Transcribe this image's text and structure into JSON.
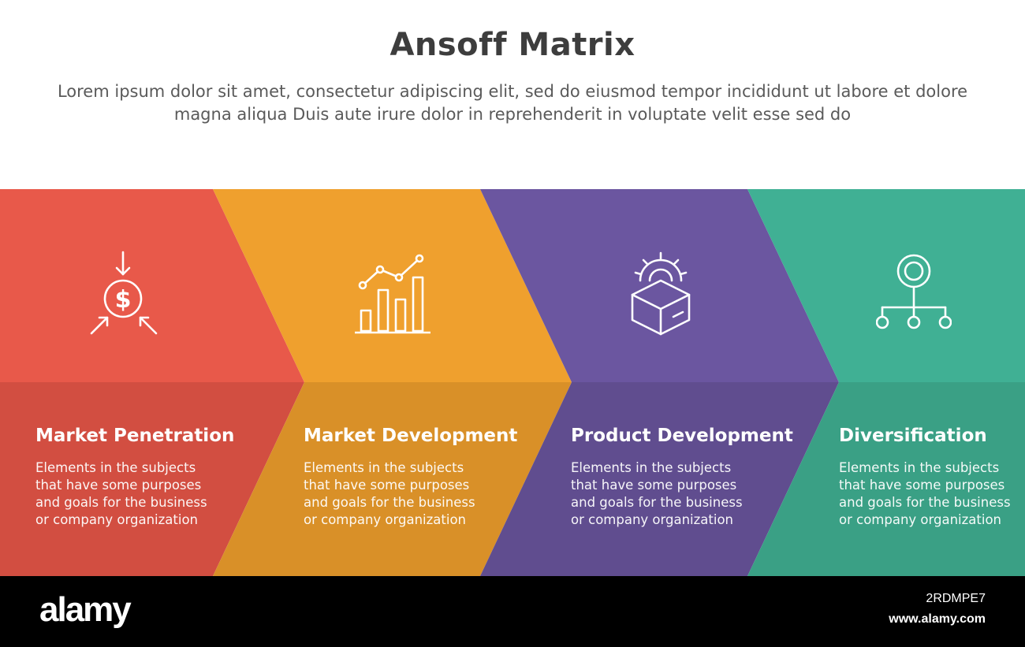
{
  "header": {
    "title": "Ansoff Matrix",
    "subtitle": "Lorem ipsum dolor sit amet, consectetur adipiscing elit, sed do eiusmod tempor incididunt ut labore et dolore magna aliqua Duis aute irure dolor in reprehenderit in voluptate velit esse sed do"
  },
  "steps": [
    {
      "title": "Market Penetration",
      "description": "Elements in the subjects\nthat have some purposes\nand goals for the  business\nor company organization",
      "icon": "dollar-target-icon",
      "color": "#e8594a",
      "color_dark": "#d24e41"
    },
    {
      "title": "Market Development",
      "description": "Elements in the subjects\nthat have some purposes\nand goals for the  business\nor company organization",
      "icon": "bar-chart-growth-icon",
      "color": "#efa02e",
      "color_dark": "#d99028"
    },
    {
      "title": "Product Development",
      "description": "Elements in the subjects\nthat have some purposes\nand goals for the  business\nor company organization",
      "icon": "gear-box-icon",
      "color": "#6b56a0",
      "color_dark": "#604d8f"
    },
    {
      "title": "Diversification",
      "description": "Elements in the subjects\nthat have some purposes\nand goals for the  business\nor company organization",
      "icon": "hierarchy-network-icon",
      "color": "#40b094",
      "color_dark": "#3aa085"
    }
  ],
  "footer": {
    "brand": "alamy",
    "image_id": "2RDMPE7",
    "site": "www.alamy.com"
  }
}
